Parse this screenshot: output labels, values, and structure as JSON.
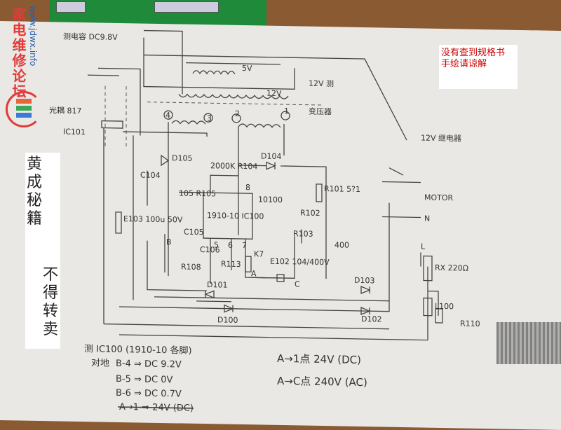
{
  "watermark": {
    "site_name": "家电维修论坛",
    "url": "www.jdwx.info"
  },
  "side_note": {
    "line1": "黄成秘籍",
    "line2": "不得转卖"
  },
  "spec_note": {
    "line1": "没有查到规格书",
    "line2": "手绘请谅解"
  },
  "schematic": {
    "labels": {
      "cap_test": "测电容 DC9.8V",
      "optocoupler": "光耦 817",
      "ic101": "IC101",
      "transformer": "变压器",
      "v5": "5V",
      "v12": "12V",
      "v12_test": "12V 测",
      "relay": "12V 继电器",
      "motor": "MOTOR",
      "neutral": "N",
      "line": "L",
      "rx": "RX 220Ω",
      "l100": "L100",
      "r110": "R110",
      "d105": "D105",
      "r104": "2000K R104",
      "d104": "D104",
      "r101": "R101 5?1",
      "r102": "R102",
      "r103": "R103",
      "ic100": "1910-10 IC100",
      "ic_num": "10100",
      "c105": "C105",
      "c104": "C104",
      "e103": "E103 100u 50V",
      "r105": "105 R105",
      "c106": "C106",
      "r108": "R108",
      "r113": "R113",
      "e102": "E102 104/400V",
      "k7": "K7",
      "node_a": "A",
      "node_b": "B",
      "node_c": "C",
      "d101": "D101",
      "d100": "D100",
      "d103": "D103",
      "d102": "D102",
      "c400": "400",
      "pin1": "1",
      "pin2": "2",
      "pin3": "3",
      "pin4": "4",
      "pin5": "5",
      "pin6": "6",
      "pin7": "7",
      "pin8": "8"
    }
  },
  "notes": {
    "header": "测 IC100 (1910-10 各脚)",
    "ground": "对地",
    "b4": "B-4 ⇒ DC 9.2V",
    "b5": "B-5 ⇒ DC 0V",
    "b6": "B-6 ⇒ DC 0.7V",
    "a1_struck": "A→1 ⇒ 24V (DC)",
    "a1": "A→1点 24V (DC)",
    "ac": "A→C点 240V (AC)"
  }
}
